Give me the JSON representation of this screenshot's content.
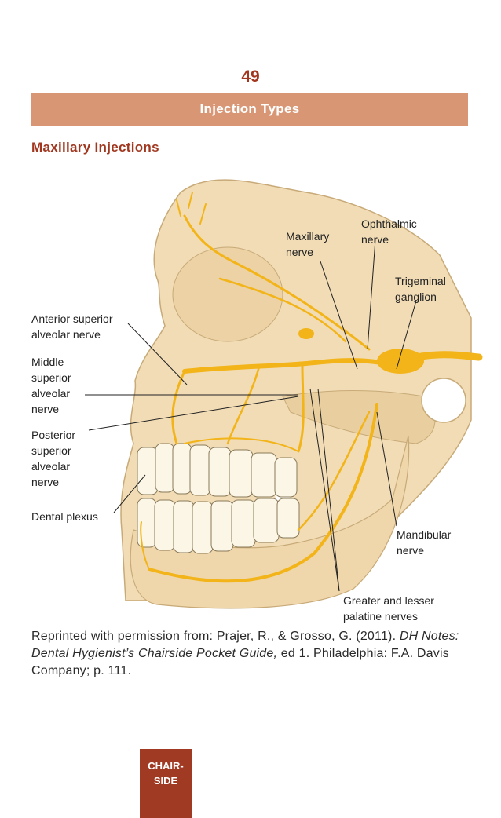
{
  "page": {
    "number": "49"
  },
  "banner": {
    "title": "Injection Types"
  },
  "section": {
    "title": "Maxillary Injections"
  },
  "figure": {
    "labels": {
      "ophthalmic": "Ophthalmic\nnerve",
      "maxillary": "Maxillary\nnerve",
      "trigeminal": "Trigeminal\nganglion",
      "asa": "Anterior superior\nalveolar nerve",
      "msa": "Middle\nsuperior\nalveolar\nnerve",
      "psa": "Posterior\nsuperior\nalveolar\nnerve",
      "plexus": "Dental plexus",
      "mandibular": "Mandibular\nnerve",
      "palatine": "Greater and lesser\npalatine nerves"
    }
  },
  "citation": {
    "prefix": "Reprinted with permission from: Prajer, R., & Grosso, G. (2011). ",
    "book": "DH Notes: Dental Hygienist’s Chairside Pocket Guide,",
    "suffix": " ed 1. Philadelphia: F.A. Davis Company; p. 111."
  },
  "tab": {
    "label": "CHAIR-\nSIDE"
  },
  "colors": {
    "accent": "#a1371f",
    "banner": "#d99675",
    "bone": "#f1dcb5",
    "nerve": "#f2b418"
  }
}
